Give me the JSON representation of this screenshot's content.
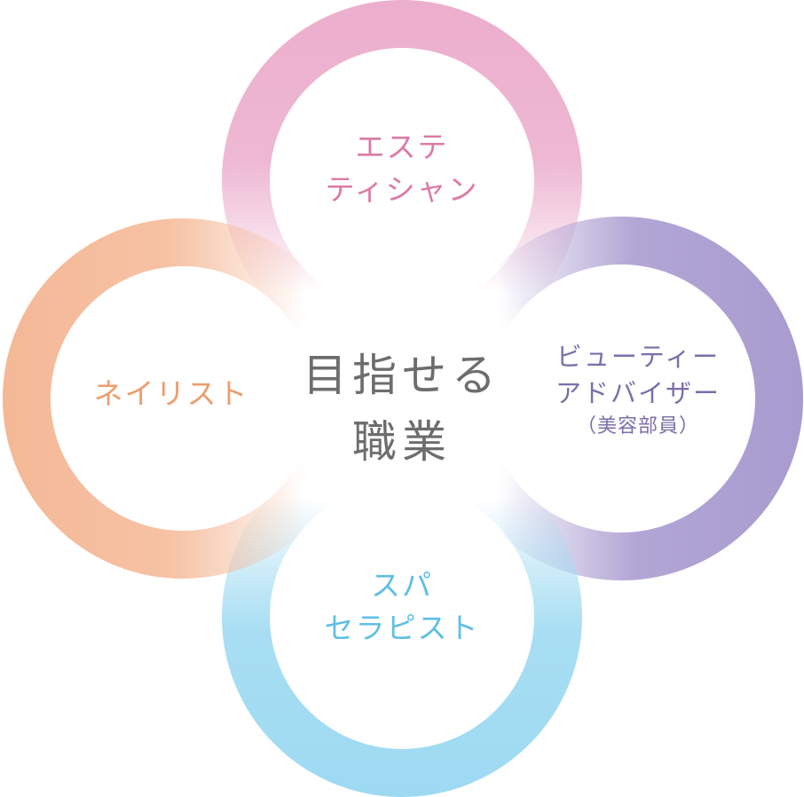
{
  "center": {
    "lines": [
      "目指せる",
      "職業"
    ]
  },
  "careers": {
    "top": {
      "lines": [
        "エステ",
        "ティシャン"
      ]
    },
    "right": {
      "lines": [
        "ビューティー",
        "アドバイザー"
      ],
      "sub": "（美容部員）"
    },
    "bottom": {
      "lines": [
        "スパ",
        "セラピスト"
      ]
    },
    "left": {
      "lines": [
        "ネイリスト"
      ]
    }
  },
  "colors": {
    "top": "#ecaecd",
    "right": "#a89bcf",
    "bottom": "#9ddaf2",
    "left": "#f4b896",
    "center_text": "#6d6d6d"
  }
}
